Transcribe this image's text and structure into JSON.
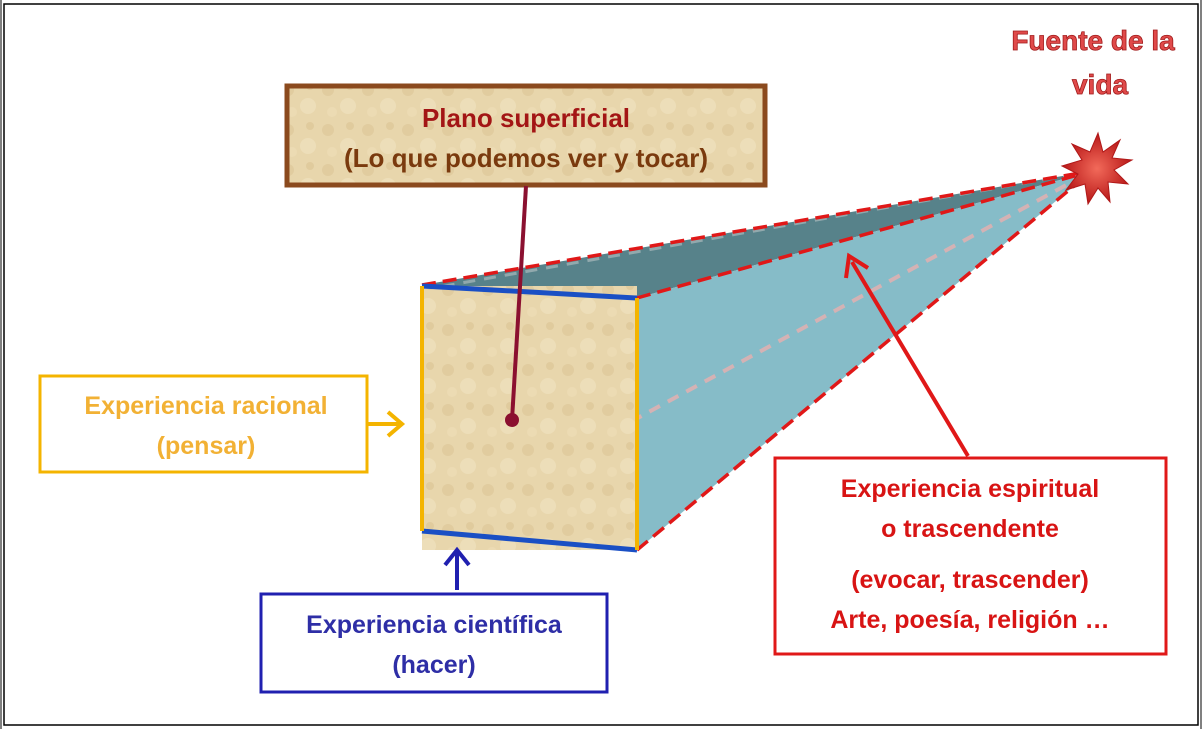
{
  "diagram": {
    "plano": {
      "title": "Plano superficial",
      "subtitle": "(Lo que podemos ver y tocar)",
      "color": "#8B4A1E",
      "title_color": "#A31515",
      "subtitle_color": "#7A3A0E"
    },
    "racional": {
      "line1": "Experiencia racional",
      "line2": "(pensar)",
      "color": "#F4B400",
      "text_color": "#F2B134"
    },
    "cientifica": {
      "line1": "Experiencia científica",
      "line2": "(hacer)",
      "color": "#2020B0",
      "text_color": "#2E2EA6"
    },
    "espiritual": {
      "line1": "Experiencia espiritual",
      "line2": "o trascendente",
      "line3": "(evocar, trascender)",
      "line4": "Arte, poesía, religión …",
      "color": "#E01818",
      "text_color": "#D81414"
    },
    "fuente": {
      "line1": "Fuente de la",
      "line2": "vida",
      "color": "#E04A4A"
    },
    "colors": {
      "parchment": "#E6D3A7",
      "side_face": "#86BCC8",
      "top_face": "#4E7B84",
      "pointer": "#8B1030"
    }
  }
}
